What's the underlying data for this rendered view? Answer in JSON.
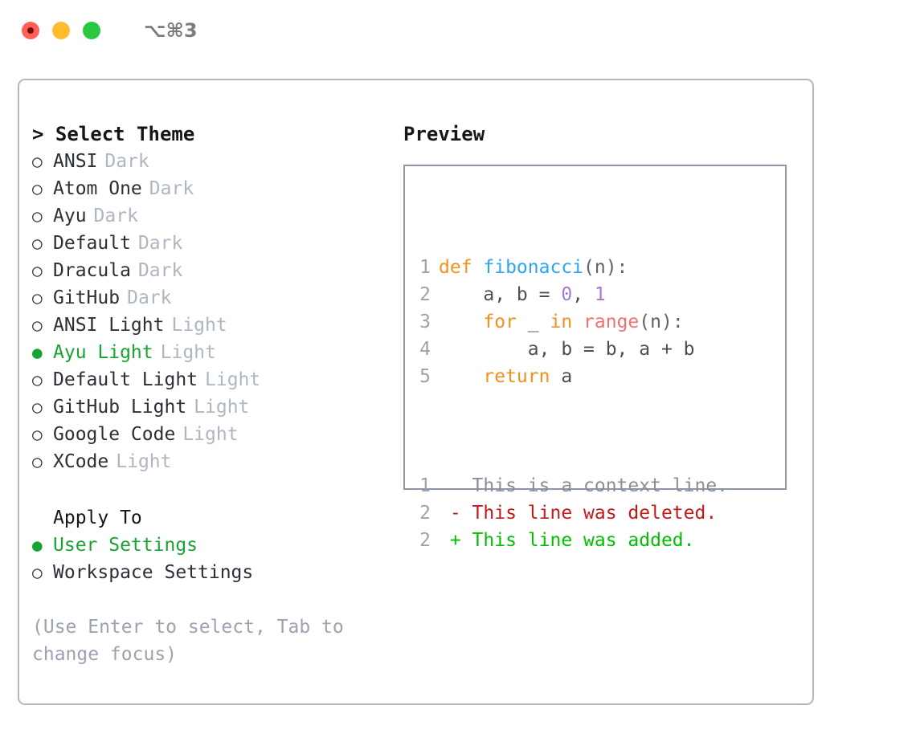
{
  "window": {
    "shortcut": "⌥⌘3",
    "traffic_lights": [
      "close-red",
      "minimize-yellow",
      "maximize-green"
    ]
  },
  "left_panel": {
    "title": "> Select Theme",
    "themes": [
      {
        "marker": "○",
        "name": "ANSI",
        "variant": "Dark",
        "selected": false
      },
      {
        "marker": "○",
        "name": "Atom One",
        "variant": "Dark",
        "selected": false
      },
      {
        "marker": "○",
        "name": "Ayu",
        "variant": "Dark",
        "selected": false
      },
      {
        "marker": "○",
        "name": "Default",
        "variant": "Dark",
        "selected": false
      },
      {
        "marker": "○",
        "name": "Dracula",
        "variant": "Dark",
        "selected": false
      },
      {
        "marker": "○",
        "name": "GitHub",
        "variant": "Dark",
        "selected": false
      },
      {
        "marker": "○",
        "name": "ANSI Light",
        "variant": "Light",
        "selected": false
      },
      {
        "marker": "●",
        "name": "Ayu Light",
        "variant": "Light",
        "selected": true
      },
      {
        "marker": "○",
        "name": "Default Light",
        "variant": "Light",
        "selected": false
      },
      {
        "marker": "○",
        "name": "GitHub Light",
        "variant": "Light",
        "selected": false
      },
      {
        "marker": "○",
        "name": "Google Code",
        "variant": "Light",
        "selected": false
      },
      {
        "marker": "○",
        "name": "XCode",
        "variant": "Light",
        "selected": false
      }
    ],
    "apply_to": {
      "title": "Apply To",
      "options": [
        {
          "marker": "●",
          "name": "User Settings",
          "selected": true
        },
        {
          "marker": "○",
          "name": "Workspace Settings",
          "selected": false
        }
      ]
    },
    "hint": "(Use Enter to select, Tab to change focus)"
  },
  "right_panel": {
    "title": "Preview",
    "code_lines": [
      {
        "n": "1",
        "tokens": [
          {
            "t": "def ",
            "c": "kw"
          },
          {
            "t": "fibonacci",
            "c": "fn"
          },
          {
            "t": "(n):",
            "c": "punc"
          }
        ]
      },
      {
        "n": "2",
        "tokens": [
          {
            "t": "    a, b = ",
            "c": "txt"
          },
          {
            "t": "0",
            "c": "num"
          },
          {
            "t": ", ",
            "c": "txt"
          },
          {
            "t": "1",
            "c": "num"
          }
        ]
      },
      {
        "n": "3",
        "tokens": [
          {
            "t": "    ",
            "c": "txt"
          },
          {
            "t": "for",
            "c": "kw"
          },
          {
            "t": " _ ",
            "c": "txt"
          },
          {
            "t": "in",
            "c": "kw"
          },
          {
            "t": " ",
            "c": "txt"
          },
          {
            "t": "range",
            "c": "call"
          },
          {
            "t": "(n):",
            "c": "punc"
          }
        ]
      },
      {
        "n": "4",
        "tokens": [
          {
            "t": "        a, b = b, a + b",
            "c": "txt"
          }
        ]
      },
      {
        "n": "5",
        "tokens": [
          {
            "t": "    ",
            "c": "txt"
          },
          {
            "t": "return",
            "c": "kw"
          },
          {
            "t": " a",
            "c": "txt"
          }
        ]
      }
    ],
    "diff_lines": [
      {
        "n": "1",
        "marker": "  ",
        "text": "This is a context line.",
        "kind": "diff-ctx"
      },
      {
        "n": "2",
        "marker": "- ",
        "text": "This line was deleted.",
        "kind": "diff-del"
      },
      {
        "n": "2",
        "marker": "+ ",
        "text": "This line was added.",
        "kind": "diff-add"
      }
    ]
  },
  "colors": {
    "accent_green": "#16a533",
    "keyword_orange": "#f2911e",
    "function_blue": "#2ba6f7",
    "number_purple": "#a37acc",
    "call_red": "#f07171",
    "diff_deleted": "#c41a16",
    "diff_added": "#00c000",
    "muted": "#aeb6c2",
    "border": "#b0b8c4"
  }
}
